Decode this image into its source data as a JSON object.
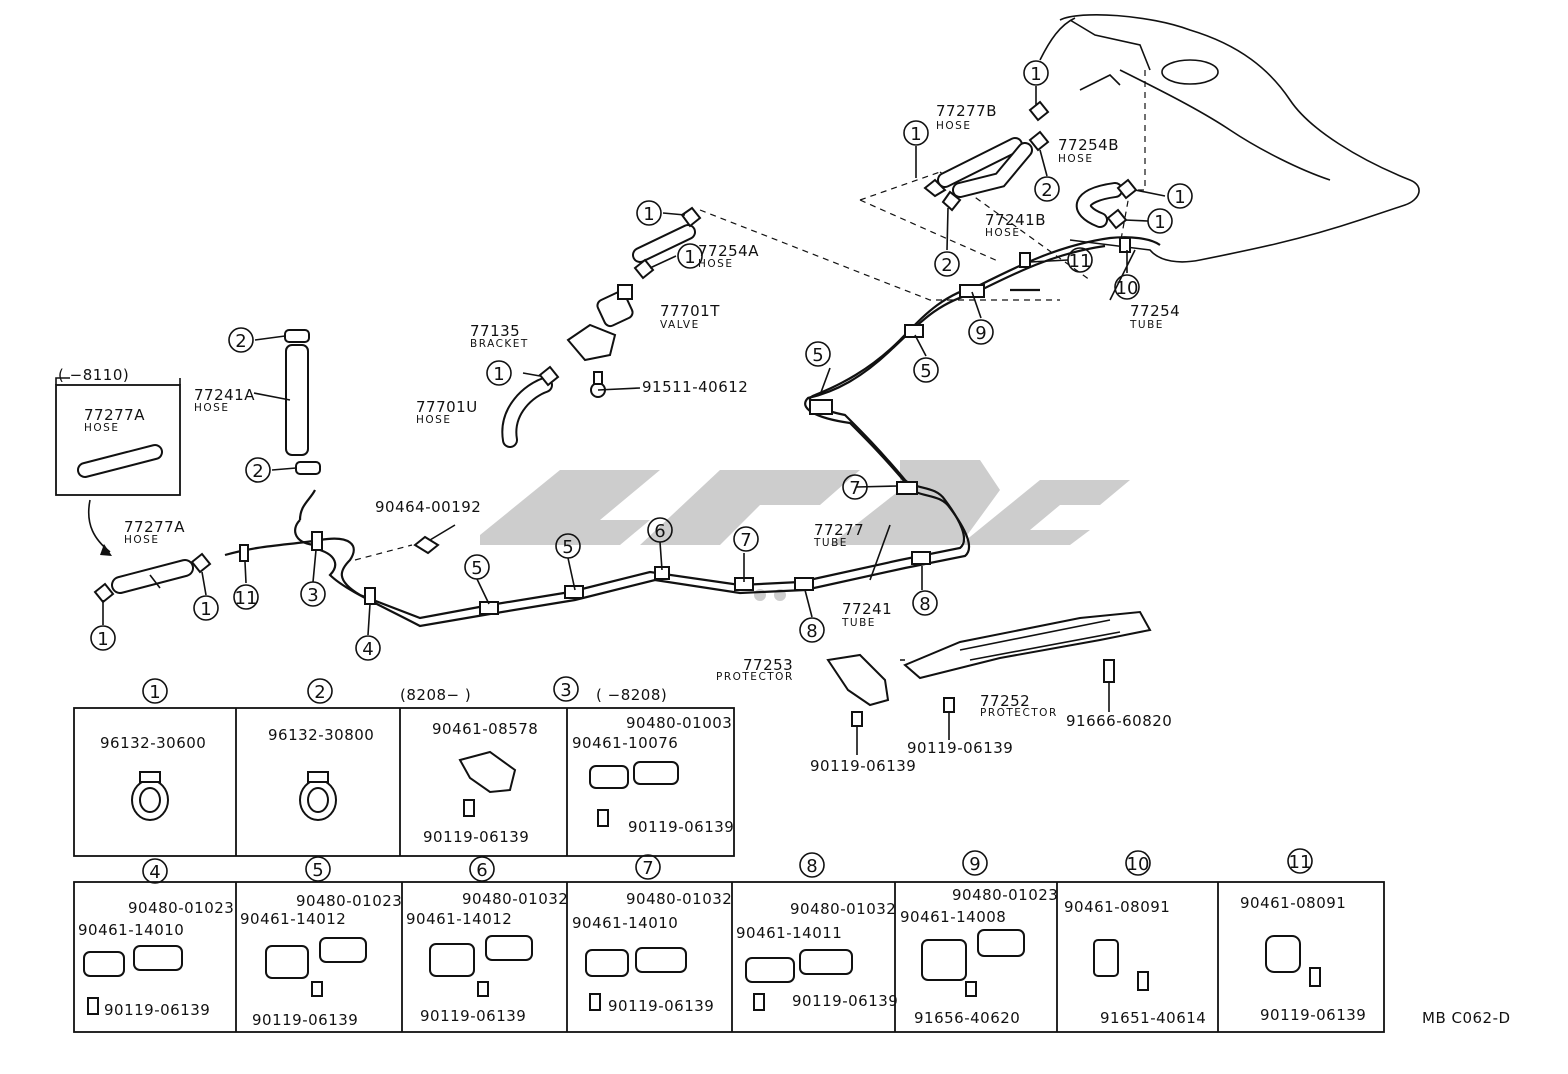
{
  "watermark_text": "",
  "code": "MB C062-D",
  "callouts": {
    "c1": "1",
    "c2": "2",
    "c3": "3",
    "c4": "4",
    "c5": "5",
    "c6": "6",
    "c7": "7",
    "c8": "8",
    "c9": "9",
    "c10": "10",
    "c11": "11"
  },
  "parts": {
    "p77277B": "77277B",
    "p77277B_sub": "HOSE",
    "p77254B": "77254B",
    "p77254B_sub": "HOSE",
    "p77241B": "77241B",
    "p77241B_sub": "HOSE",
    "p77254A": "77254A",
    "p77254A_sub": "HOSE",
    "p77701T": "77701T",
    "p77701T_sub": "VALVE",
    "p77135": "77135",
    "p77135_sub": "BRACKET",
    "p91511": "91511-40612",
    "p77701U": "77701U",
    "p77701U_sub": "HOSE",
    "p77241A": "77241A",
    "p77241A_sub": "HOSE",
    "range_8110": "(      −8110)",
    "p77277A_box": "77277A",
    "p77277A_box_sub": "HOSE",
    "p77277A": "77277A",
    "p77277A_sub": "HOSE",
    "p90464": "90464-00192",
    "p77277": "77277",
    "p77277_sub": "TUBE",
    "p77241": "77241",
    "p77241_sub": "TUBE",
    "p77254": "77254",
    "p77254_sub": "TUBE",
    "p77253": "77253",
    "p77253_sub": "PROTECTOR",
    "p77252": "77252",
    "p77252_sub": "PROTECTOR",
    "p91666": "91666-60820",
    "p90119_a": "90119-06139",
    "p90119_b": "90119-06139"
  },
  "tables": {
    "range_3a": "(8208−        )",
    "range_3b": "(        −8208)",
    "t1": "96132-30600",
    "t2": "96132-30800",
    "t3a_1": "90461-08578",
    "t3a_2": "90119-06139",
    "t3b_1": "90480-01003",
    "t3b_2": "90461-10076",
    "t3b_3": "90119-06139",
    "t4_1": "90480-01023",
    "t4_2": "90461-14010",
    "t4_3": "90119-06139",
    "t5_1": "90480-01023",
    "t5_2": "90461-14012",
    "t5_3": "90119-06139",
    "t6_1": "90480-01032",
    "t6_2": "90461-14012",
    "t6_3": "90119-06139",
    "t7_1": "90480-01032",
    "t7_2": "90461-14010",
    "t7_3": "90119-06139",
    "t8_1": "90480-01032",
    "t8_2": "90461-14011",
    "t8_3": "90119-06139",
    "t9_1": "90480-01023",
    "t9_2": "90461-14008",
    "t9_3": "91656-40620",
    "t10_1": "90461-08091",
    "t10_2": "91651-40614",
    "t11_1": "90461-08091",
    "t11_2": "90119-06139"
  }
}
